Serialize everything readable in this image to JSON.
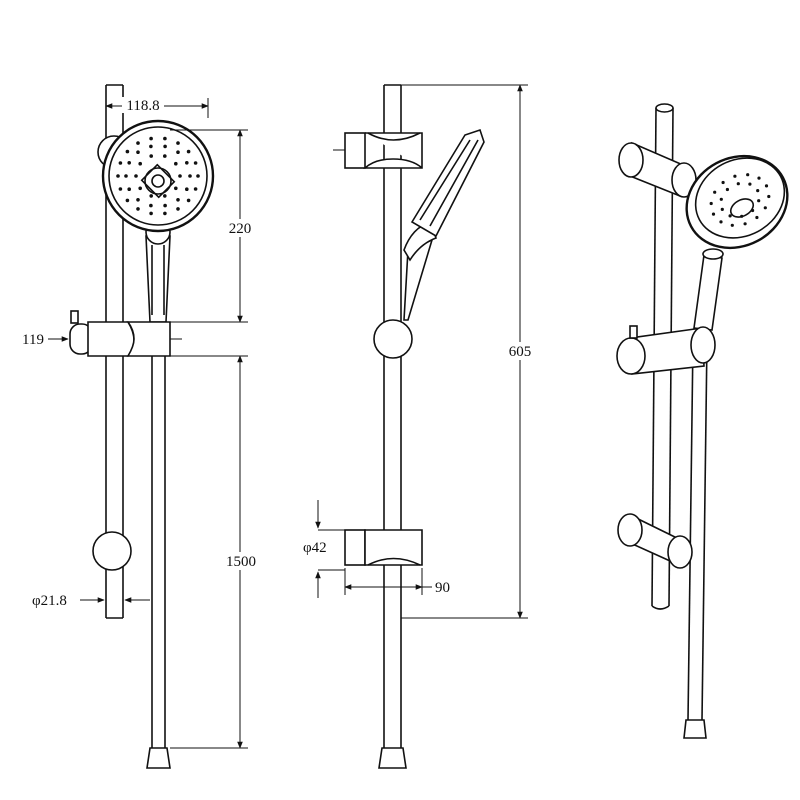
{
  "dimensions": {
    "head_width": "118.8",
    "head_height": "220",
    "bracket_depth": "119",
    "rail_length": "1500",
    "rail_diameter": "φ21.8",
    "bracket_diameter": "φ42",
    "bracket_width": "90",
    "overall_height": "605"
  },
  "colors": {
    "line": "#111111",
    "background": "#ffffff"
  }
}
